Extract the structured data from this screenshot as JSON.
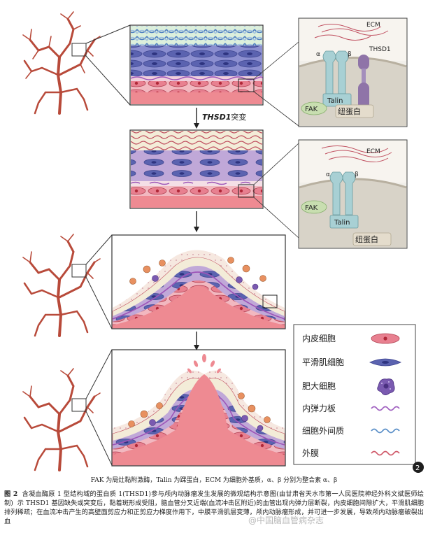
{
  "panel1_inset": {
    "ecm": "ECM",
    "alpha": "α",
    "beta": "β",
    "thsd1": "THSD1",
    "talin": "Talin",
    "fak": "FAK",
    "integrin": "纽蛋白"
  },
  "mutation_label": {
    "gene": "THSD1",
    "suffix": "突变"
  },
  "panel2_inset": {
    "ecm": "ECM",
    "alpha": "α",
    "beta": "β",
    "fak": "FAK",
    "talin": "Talin",
    "integrin": "纽蛋白"
  },
  "legend": {
    "items": [
      {
        "label": "内皮细胞",
        "icon": "endothelial-cell-icon",
        "color": "#e0607a"
      },
      {
        "label": "平滑肌细胞",
        "icon": "smooth-muscle-cell-icon",
        "color": "#5b63b0"
      },
      {
        "label": "肥大细胞",
        "icon": "mast-cell-icon",
        "color": "#6a4aa0"
      },
      {
        "label": "内弹力板",
        "icon": "elastic-lamina-icon",
        "color": "#a060c0"
      },
      {
        "label": "细胞外间质",
        "icon": "extracellular-matrix-icon",
        "color": "#5a8fc8"
      },
      {
        "label": "外膜",
        "icon": "adventitia-icon",
        "color": "#d05a6a"
      }
    ],
    "badge": "2"
  },
  "caption_top": "FAK 为局灶黏附激酶，Talin 为踝蛋白，ECM 为细胞外基质，α、β 分别为整合素 α、β",
  "caption": {
    "fig_label": "图 2",
    "title": "含凝血酶原 1 型结构域的蛋白质 1(THSD1)参与颅内动脉瘤发生发展的微观结构示意图(由甘肃省天水市第一人民医院神经外科文斌医师绘制)",
    "body": "示 THSD1 基因缺失或突变后，黏着斑形成受阻，脑血管分叉近端(血流冲击区附近)的血管出现内弹力层断裂，内皮细胞间隙扩大，平滑肌细胞排列稀疏；在血流冲击产生的高壁面剪应力和正剪应力梯度作用下，中膜平滑肌层变薄，颅内动脉瘤形成，并可进一步发展，导致颅内动脉瘤破裂出血"
  },
  "watermark": "@中国脑血管病杂志"
}
